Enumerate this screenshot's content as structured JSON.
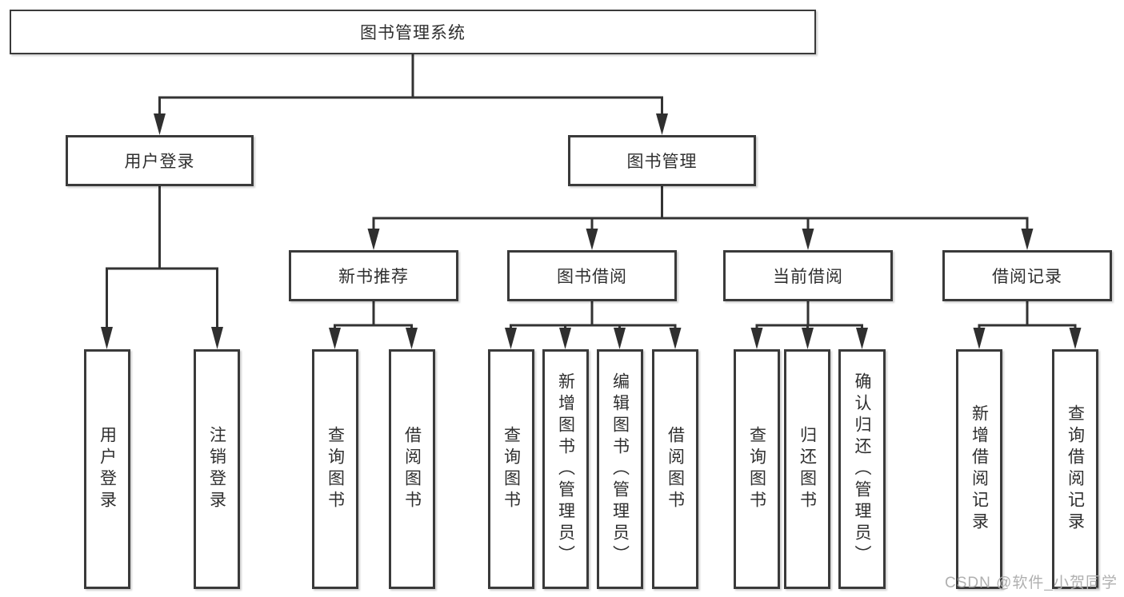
{
  "tree": {
    "root": {
      "label": "图书管理系统",
      "children": [
        {
          "label": "用户登录",
          "children": [
            {
              "label": "用户登录"
            },
            {
              "label": "注销登录"
            }
          ]
        },
        {
          "label": "图书管理",
          "children": [
            {
              "label": "新书推荐",
              "children": [
                {
                  "label": "查询图书"
                },
                {
                  "label": "借阅图书"
                }
              ]
            },
            {
              "label": "图书借阅",
              "children": [
                {
                  "label": "查询图书"
                },
                {
                  "label": "新增图书（管理员）"
                },
                {
                  "label": "编辑图书（管理员）"
                },
                {
                  "label": "借阅图书"
                }
              ]
            },
            {
              "label": "当前借阅",
              "children": [
                {
                  "label": "查询图书"
                },
                {
                  "label": "归还图书"
                },
                {
                  "label": "确认归还（管理员）"
                }
              ]
            },
            {
              "label": "借阅记录",
              "children": [
                {
                  "label": "新增借阅记录"
                },
                {
                  "label": "查询借阅记录"
                }
              ]
            }
          ]
        }
      ]
    }
  },
  "watermark": {
    "text": "CSDN @软件_小贺同学"
  },
  "colors": {
    "line": "#333333",
    "box_border": "#3a3a3a",
    "text": "#2f2f2f",
    "watermark": "#b0b0b0",
    "background": "#ffffff"
  }
}
